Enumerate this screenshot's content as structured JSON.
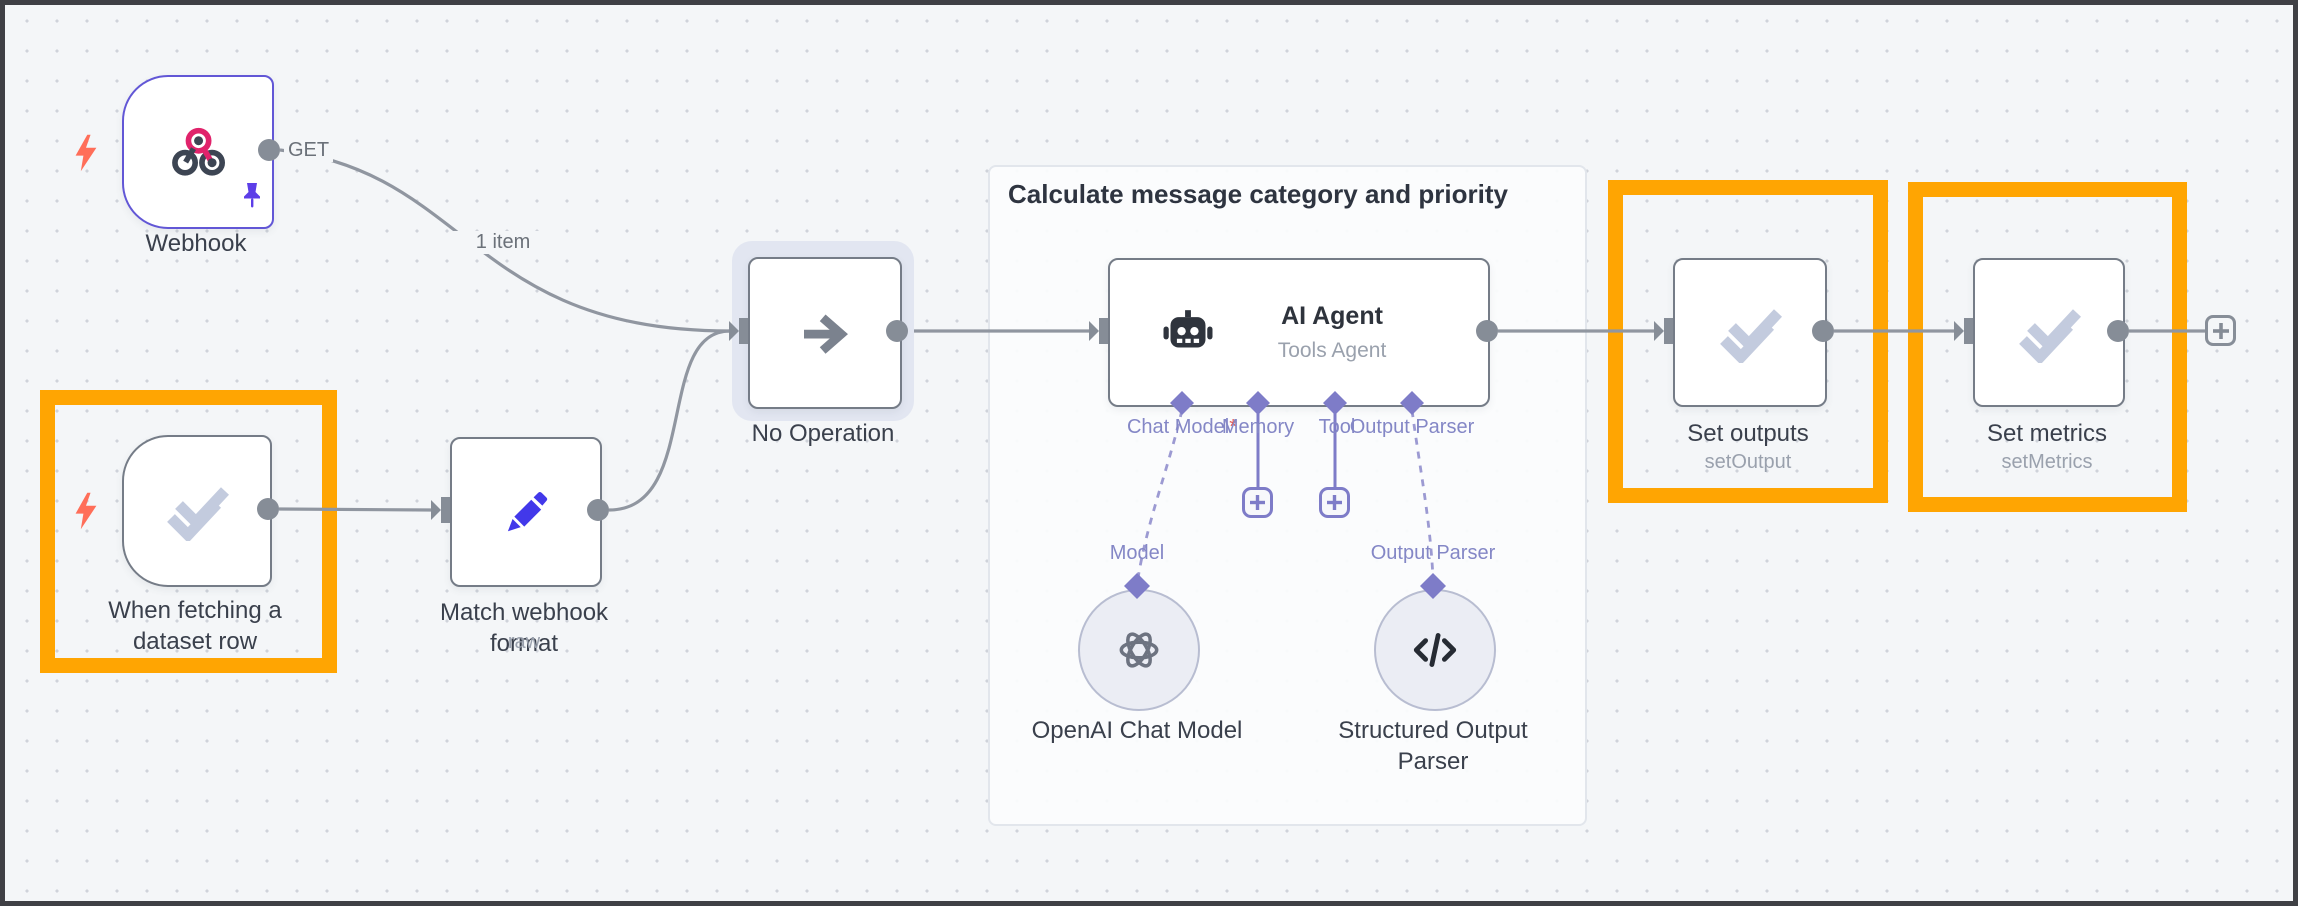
{
  "group": {
    "title": "Calculate message category and priority"
  },
  "edge_labels": {
    "webhook_method": "GET",
    "webhook_items": "1 item"
  },
  "nodes": {
    "webhook": {
      "label": "Webhook"
    },
    "dataset_trigger": {
      "label": "When fetching a dataset row"
    },
    "match_format": {
      "label": "Match webhook format",
      "subtitle": "raw"
    },
    "noop": {
      "label": "No Operation"
    },
    "ai_agent": {
      "title": "AI Agent",
      "subtitle": "Tools Agent"
    },
    "openai_model": {
      "label": "OpenAI Chat Model"
    },
    "structured_parser": {
      "label": "Structured Output Parser"
    },
    "set_outputs": {
      "label": "Set outputs",
      "subtitle": "setOutput"
    },
    "set_metrics": {
      "label": "Set metrics",
      "subtitle": "setMetrics"
    }
  },
  "agent_ports": [
    {
      "label": "Chat Model",
      "required_mark": "*"
    },
    {
      "label": "Memory",
      "required_mark": ""
    },
    {
      "label": "Tool",
      "required_mark": ""
    },
    {
      "label": "Output Parser",
      "required_mark": ""
    }
  ],
  "sub_port_labels": {
    "model": "Model",
    "output_parser": "Output Parser"
  },
  "colors": {
    "highlight": "#ffa502",
    "trigger_border": "#6257d6",
    "node_border": "#757c87",
    "connection": "#9096a0",
    "ai_port": "#7e7cc8",
    "check_icon": "#c3cbde",
    "pencil_icon": "#4238ea",
    "bolt_icon": "#ff6e59"
  }
}
